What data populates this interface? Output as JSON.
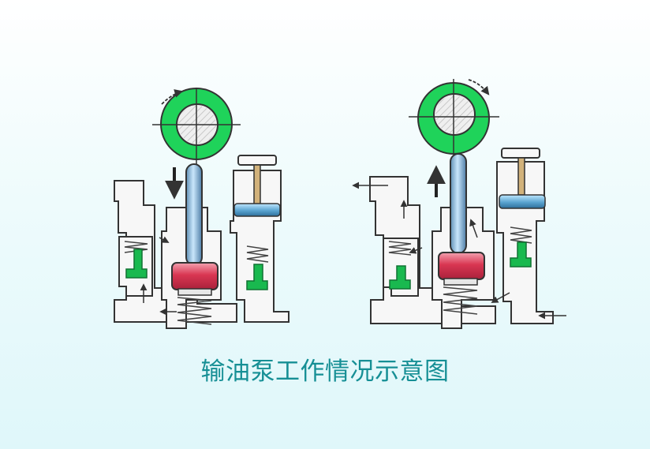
{
  "caption": "输油泵工作情况示意图",
  "footer_text": "",
  "diagram": {
    "panels": [
      {
        "id": "left",
        "plunger_direction": "down",
        "flow_arrows": "left"
      },
      {
        "id": "right",
        "plunger_direction": "up",
        "flow_arrows": "right"
      }
    ]
  },
  "colors": {
    "eccentric": "#1fd35a",
    "shaft": "#8ebfe0",
    "piston": "#d73a57",
    "valve": "#19b94f",
    "housing": "#f2f2f2",
    "outline": "#333333",
    "caption": "#168f95"
  }
}
